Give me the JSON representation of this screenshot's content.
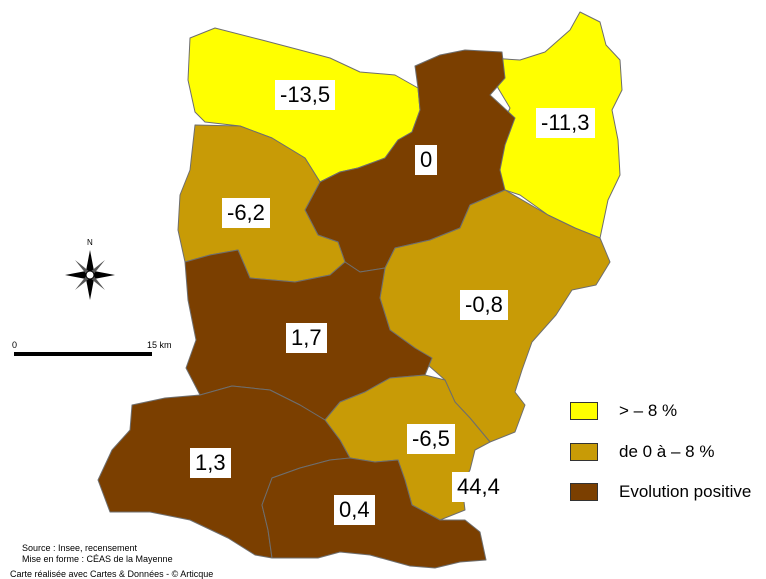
{
  "regions": [
    {
      "id": "nw",
      "value": "-13,5",
      "class_color": "#ffff00"
    },
    {
      "id": "ne",
      "value": "-11,3",
      "class_color": "#ffff00"
    },
    {
      "id": "north-center",
      "value": "0",
      "class_color": "#7b3f00"
    },
    {
      "id": "west",
      "value": "-6,2",
      "class_color": "#c89b06"
    },
    {
      "id": "east",
      "value": "-0,8",
      "class_color": "#c89b06"
    },
    {
      "id": "center",
      "value": "1,7",
      "class_color": "#7b3f00"
    },
    {
      "id": "south-east",
      "value": "-6,5",
      "class_color": "#c89b06"
    },
    {
      "id": "south-west",
      "value": "1,3",
      "class_color": "#7b3f00"
    },
    {
      "id": "south",
      "value": "0,4",
      "class_color": "#7b3f00"
    },
    {
      "id": "south-east-corner",
      "value": "44,4",
      "class_color": "#c89b06"
    }
  ],
  "legend": [
    {
      "label": "> – 8 %",
      "color": "#ffff00"
    },
    {
      "label": "de 0 à – 8 %",
      "color": "#c89b06"
    },
    {
      "label": "Evolution positive",
      "color": "#7b3f00"
    }
  ],
  "scale": {
    "start_label": "0",
    "end_label": "15 km"
  },
  "north_label": "N",
  "footer": {
    "source": "Source : Insee, recensement",
    "layout": "Mise en forme : CÉAS de la Mayenne",
    "credit": "Carte réalisée avec Cartes & Données - © Articque"
  },
  "icons": {
    "compass": "compass-rose-icon"
  }
}
